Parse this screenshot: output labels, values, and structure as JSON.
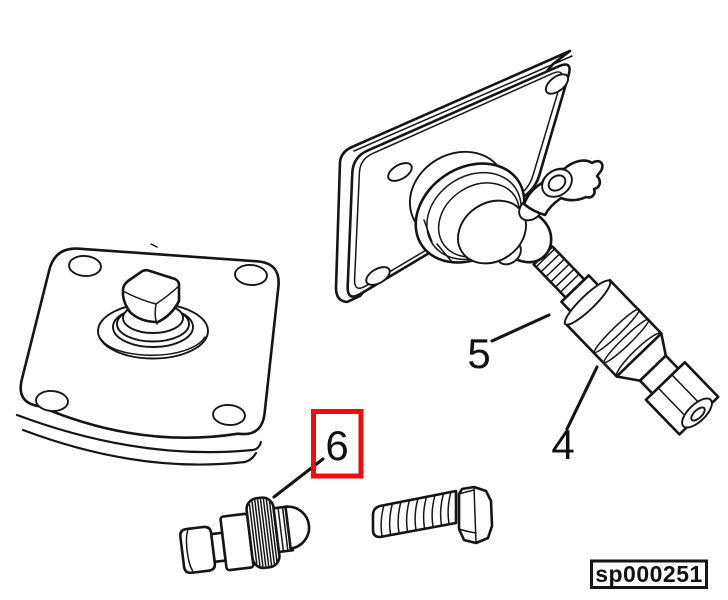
{
  "figure": {
    "background_color": "#ffffff",
    "line_color": "#151515",
    "highlight_color": "#f20d0d",
    "callouts": [
      {
        "label": "5",
        "highlighted": false
      },
      {
        "label": "4",
        "highlighted": false
      },
      {
        "label": "6",
        "highlighted": true
      }
    ],
    "stamp_code": "sp000251"
  }
}
